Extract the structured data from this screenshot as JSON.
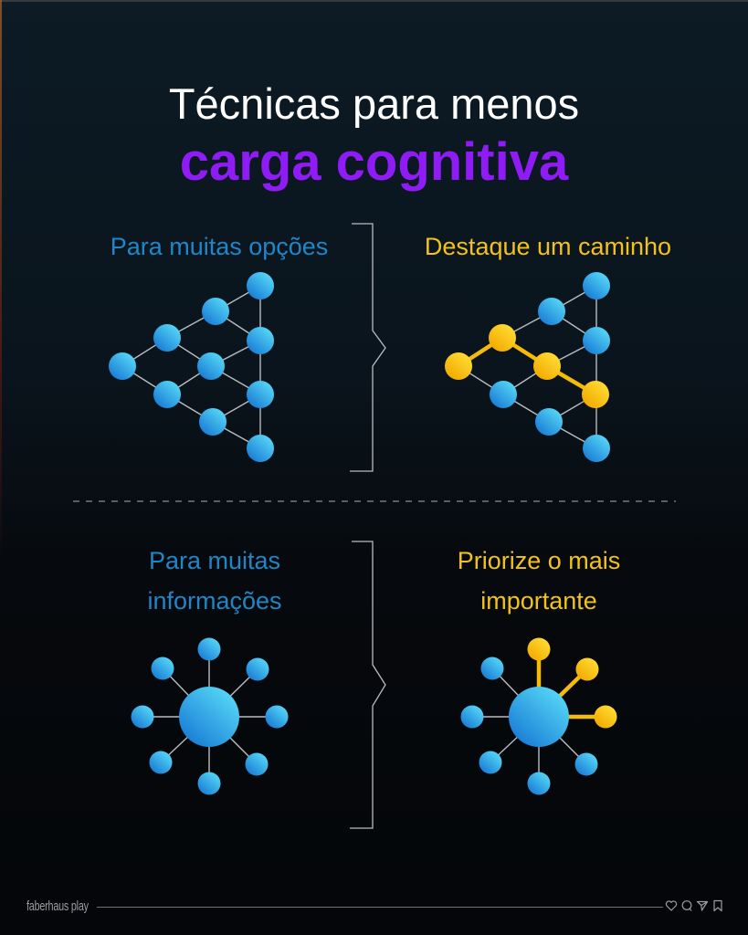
{
  "title": {
    "line1": "Técnicas para menos",
    "line2": "carga cognitiva"
  },
  "sections": [
    {
      "problem_label": "Para muitas opções",
      "solution_label": "Destaque um caminho",
      "diagram": "network-triangle"
    },
    {
      "problem_label": [
        "Para muitas",
        "informações"
      ],
      "solution_label": [
        "Priorize o mais",
        "importante"
      ],
      "diagram": "hub-spoke"
    }
  ],
  "footer": {
    "brand": "faberhaus play",
    "icons": [
      "heart-icon",
      "comment-icon",
      "send-icon",
      "bookmark-icon"
    ]
  },
  "colors": {
    "background_top": "#0c1b25",
    "background_bottom": "#040609",
    "title_primary": "#ffffff",
    "title_accent": "#8f1cf5",
    "problem_text": "#1f86c8",
    "solution_text": "#f3c21a",
    "node_blue_light": "#52d2f4",
    "node_blue_dark": "#1a7fd6",
    "node_yellow_light": "#ffd92e",
    "node_yellow_dark": "#f2ae00",
    "edge": "#b9bcc0"
  }
}
